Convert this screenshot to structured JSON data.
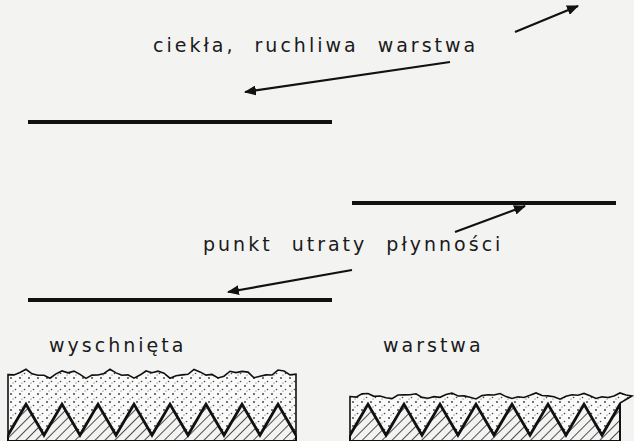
{
  "diagram": {
    "labels": [
      "ciekła, ruchliwa warstwa",
      "punkt utraty płynności",
      "wyschnięta",
      "warstwa"
    ]
  }
}
